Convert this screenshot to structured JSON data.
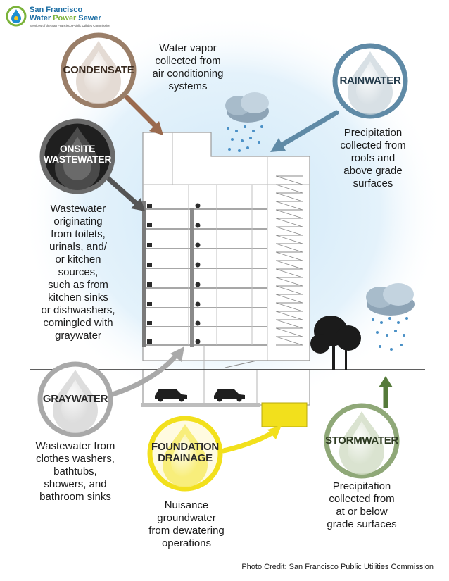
{
  "logo": {
    "line1": "San Francisco",
    "line2a": "Water ",
    "line2b": "Power ",
    "line2c": "Sewer",
    "line3": "Services of the San Francisco Public Utilities Commission"
  },
  "sources": {
    "condensate": {
      "label": "CONDENSATE",
      "description": [
        "Water vapor",
        "collected from",
        "air conditioning",
        "systems"
      ],
      "color": "#9a7e68"
    },
    "onsite_wastewater": {
      "label_line1": "ONSITE",
      "label_line2": "WASTEWATER",
      "description": [
        "Wastewater",
        "originating",
        "from toilets,",
        "urinals, and/",
        "or kitchen",
        "sources,",
        "such as from",
        "kitchen sinks",
        "or dishwashers,",
        "comingled with",
        "graywater"
      ],
      "color": "#555555"
    },
    "rainwater": {
      "label": "RAINWATER",
      "description": [
        "Precipitation",
        "collected from",
        "roofs and",
        "above grade",
        "surfaces"
      ],
      "color": "#5f8aa6"
    },
    "graywater": {
      "label": "GRAYWATER",
      "description": [
        "Wastewater from",
        "clothes washers,",
        "bathtubs,",
        "showers, and",
        "bathroom sinks"
      ],
      "color": "#a9a9a9"
    },
    "foundation_drainage": {
      "label_line1": "FOUNDATION",
      "label_line2": "DRAINAGE",
      "description": [
        "Nuisance",
        "groundwater",
        "from dewatering",
        "operations"
      ],
      "color": "#f2e01c"
    },
    "stormwater": {
      "label": "STORMWATER",
      "description": [
        "Precipitation",
        "collected from",
        "at or below",
        "grade surfaces"
      ],
      "color": "#8fa878"
    }
  },
  "credit": "Photo Credit: San Francisco Public Utilities Commission"
}
